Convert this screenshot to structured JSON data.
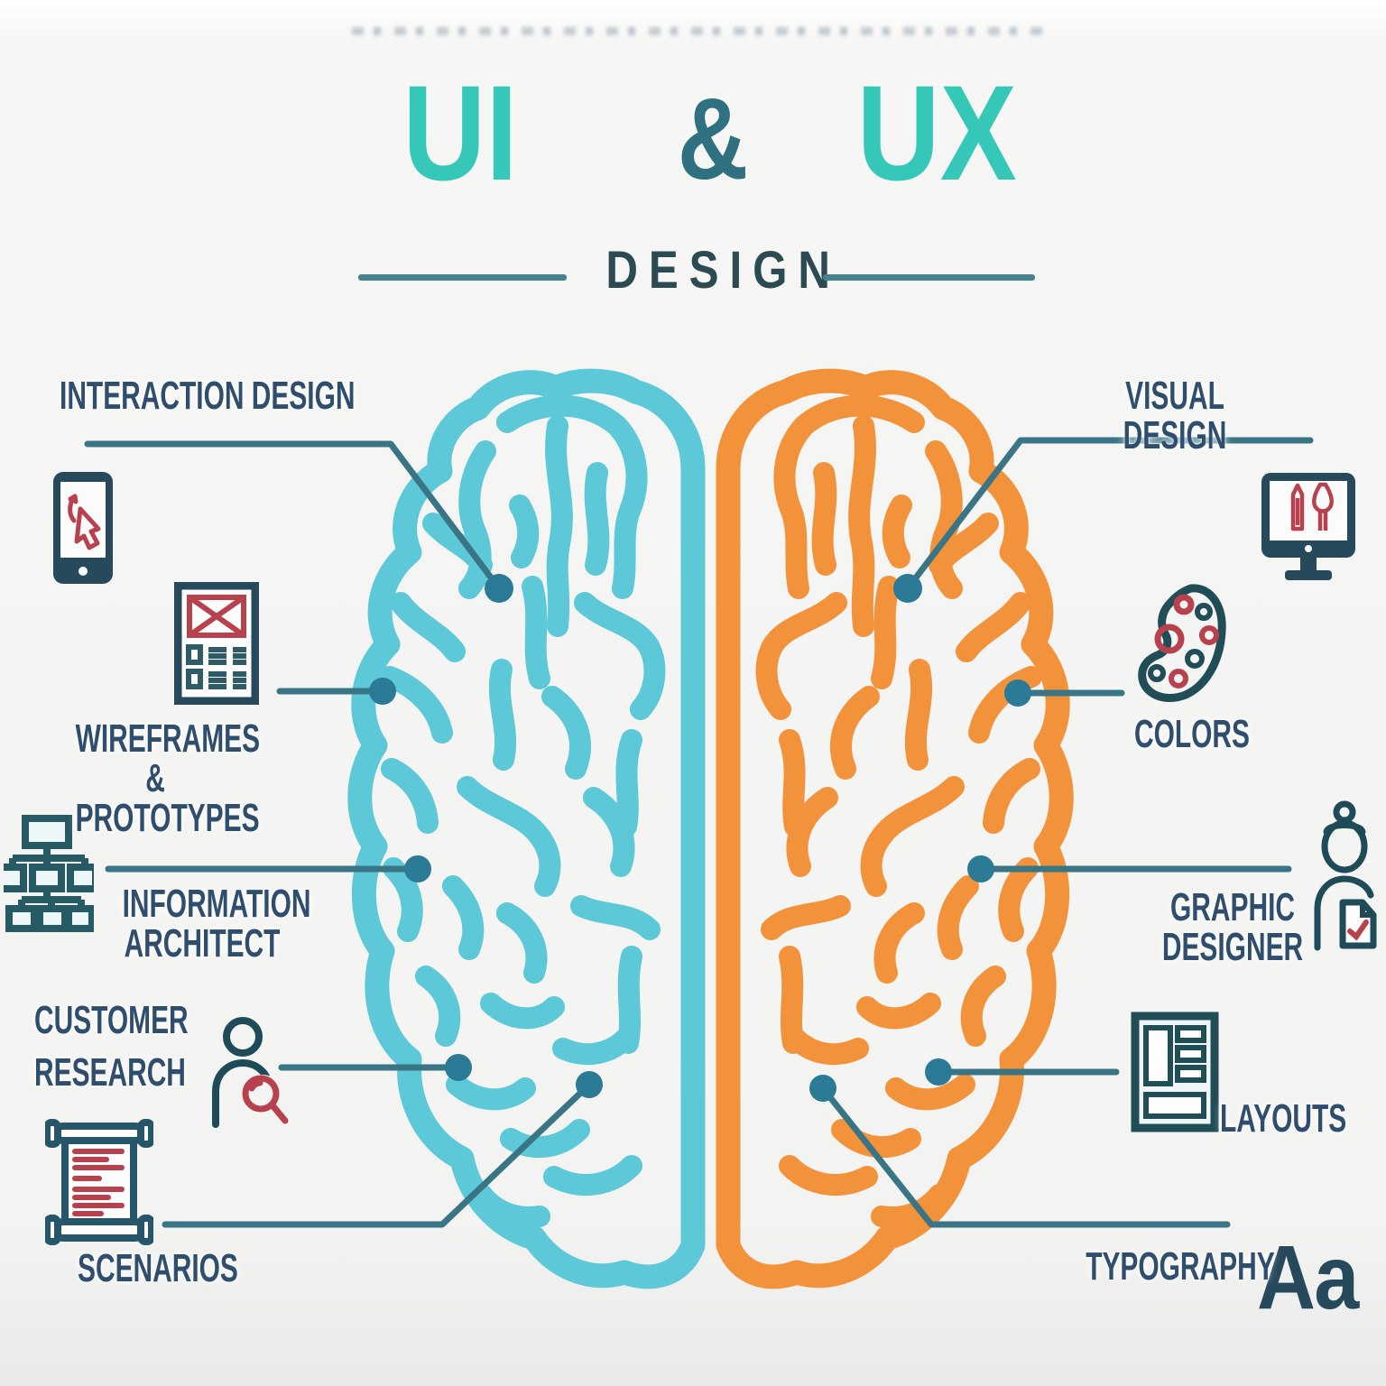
{
  "title": {
    "ui": "UI",
    "ampersand": "&",
    "ux": "UX",
    "subtitle": "DESIGN"
  },
  "labels": {
    "interaction_design": "INTERACTION DESIGN",
    "wireframes_prototypes": "WIREFRAMES &\nPROTOTYPES",
    "information_architect": "INFORMATION\nARCHITECT",
    "customer_research": "CUSTOMER\nRESEARCH",
    "scenarios": "SCENARIOS",
    "visual_design": "VISUAL DESIGN",
    "colors": "COLORS",
    "graphic_designer": "GRAPHIC\nDESIGNER",
    "layouts": "LAYOUTS",
    "typography": "TYPOGRAPHY",
    "typography_symbol": "Aa"
  },
  "diagram": {
    "left_hemisphere": {
      "side": "UI",
      "color": "#5CC8D8",
      "topics": [
        "INTERACTION DESIGN",
        "WIREFRAMES & PROTOTYPES",
        "INFORMATION ARCHITECT",
        "CUSTOMER RESEARCH",
        "SCENARIOS"
      ]
    },
    "right_hemisphere": {
      "side": "UX",
      "color": "#F2923B",
      "topics": [
        "VISUAL DESIGN",
        "COLORS",
        "GRAPHIC DESIGNER",
        "LAYOUTS",
        "TYPOGRAPHY"
      ]
    }
  },
  "icons": [
    "tablet-gesture-icon",
    "wireframe-document-icon",
    "sitemap-icon",
    "user-research-icon",
    "scroll-icon",
    "design-monitor-icon",
    "palette-icon",
    "designer-icon",
    "layout-icon",
    "typography-symbol"
  ],
  "colors": {
    "title_teal": "#35C7B8",
    "ampersand_teal": "#2F7180",
    "subtitle_navy": "#2C4A52",
    "label_navy": "#2F4E6E",
    "brain_left": "#5CC8D8",
    "brain_right": "#F2923B",
    "connector": "#3A7585",
    "dot": "#2B7A96",
    "icon_dark": "#27495C",
    "icon_teal": "#265B66",
    "accent_red": "#B8414E"
  }
}
